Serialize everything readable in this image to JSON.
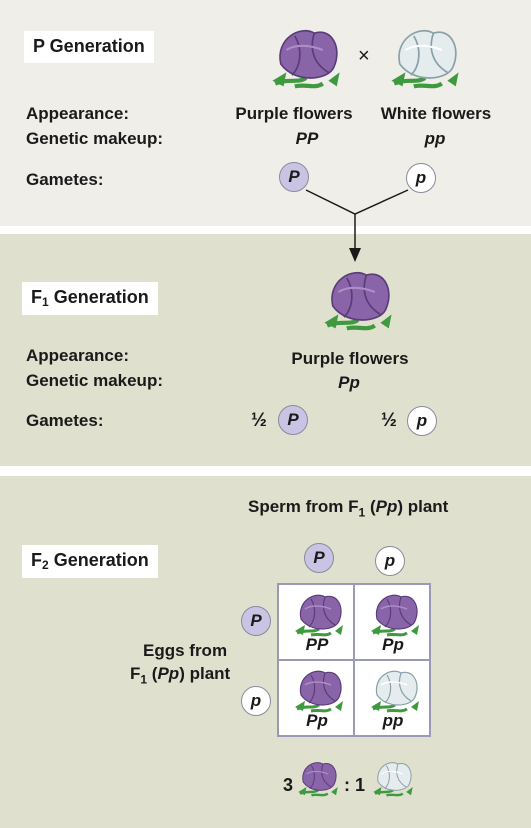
{
  "p_generation": {
    "title": "P Generation",
    "cross_symbol": "×",
    "appearance_label": "Appearance:",
    "genetic_makeup_label": "Genetic makeup:",
    "gametes_label": "Gametes:",
    "parent_purple": {
      "appearance": "Purple flowers",
      "genotype": "PP",
      "gamete": "P"
    },
    "parent_white": {
      "appearance": "White flowers",
      "genotype": "pp",
      "gamete": "p"
    }
  },
  "f1_generation": {
    "title_main": "F",
    "title_sub": "1",
    "title_rest": " Generation",
    "appearance_label": "Appearance:",
    "genetic_makeup_label": "Genetic makeup:",
    "gametes_label": "Gametes:",
    "appearance": "Purple flowers",
    "genotype": "Pp",
    "gamete_fraction_1": "½",
    "gamete_1": "P",
    "gamete_fraction_2": "½",
    "gamete_2": "p"
  },
  "f2_generation": {
    "title_main": "F",
    "title_sub": "2",
    "title_rest": " Generation",
    "sperm_label_a": "Sperm from F",
    "sperm_label_sub": "1",
    "sperm_label_b": " (",
    "sperm_label_geno": "Pp",
    "sperm_label_c": ") plant",
    "eggs_label_line1": "Eggs from",
    "eggs_label_a": "F",
    "eggs_label_sub": "1",
    "eggs_label_b": " (",
    "eggs_label_geno": "Pp",
    "eggs_label_c": ") plant",
    "sperm_alleles": [
      "P",
      "p"
    ],
    "egg_alleles": [
      "P",
      "p"
    ],
    "punnett": [
      {
        "genotype": "PP",
        "color": "purple"
      },
      {
        "genotype": "Pp",
        "color": "purple"
      },
      {
        "genotype": "Pp",
        "color": "purple"
      },
      {
        "genotype": "pp",
        "color": "white"
      }
    ],
    "ratio_purple": "3",
    "ratio_separator": ": 1"
  },
  "colors": {
    "purple_flower": "#8a64a8",
    "white_flower": "#e4ecee",
    "leaf": "#3f9a3f",
    "dominant_allele": "#c9c4e3"
  }
}
